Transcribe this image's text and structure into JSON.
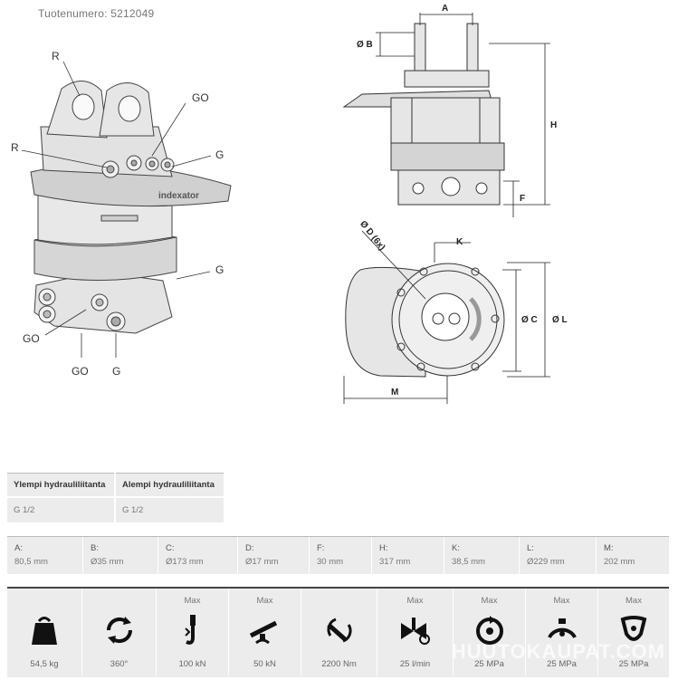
{
  "product_number": "Tuotenumero: 5212049",
  "callouts": {
    "R_top": "R",
    "GO_top": "GO",
    "R_mid": "R",
    "G_mid": "G",
    "G_right": "G",
    "GO_left": "GO",
    "GO_bottom": "GO",
    "G_bottom": "G"
  },
  "drawing_dims": {
    "A": "A",
    "B": "Ø B",
    "H": "H",
    "F": "F",
    "D": "Ø D (6x)",
    "K": "K",
    "C": "Ø C",
    "L": "Ø L",
    "M": "M"
  },
  "connections": {
    "headers": [
      "Ylempi hydrauliliitanta",
      "Alempi hydrauliliitanta"
    ],
    "values": [
      "G 1/2",
      "G 1/2"
    ]
  },
  "dimensions": [
    {
      "key": "A:",
      "value": "80,5 mm"
    },
    {
      "key": "B:",
      "value": "Ø35 mm"
    },
    {
      "key": "C:",
      "value": "Ø173 mm"
    },
    {
      "key": "D:",
      "value": "Ø17 mm"
    },
    {
      "key": "F:",
      "value": "30 mm"
    },
    {
      "key": "H:",
      "value": "317 mm"
    },
    {
      "key": "K:",
      "value": "38,5 mm"
    },
    {
      "key": "L:",
      "value": "Ø229 mm"
    },
    {
      "key": "M:",
      "value": "202 mm"
    }
  ],
  "specs": [
    {
      "icon": "weight-icon",
      "max": "",
      "value": "54,5 kg"
    },
    {
      "icon": "rotation-icon",
      "max": "",
      "value": "360°"
    },
    {
      "icon": "static-load-icon",
      "max": "Max",
      "value": "100 kN"
    },
    {
      "icon": "dynamic-load-icon",
      "max": "Max",
      "value": "50 kN"
    },
    {
      "icon": "torque-icon",
      "max": "",
      "value": "2200 Nm"
    },
    {
      "icon": "flow-icon",
      "max": "Max",
      "value": "25 l/min"
    },
    {
      "icon": "pressure-rotation-icon",
      "max": "Max",
      "value": "25 MPa"
    },
    {
      "icon": "pressure-open-icon",
      "max": "Max",
      "value": "25 MPa"
    },
    {
      "icon": "pressure-close-icon",
      "max": "Max",
      "value": "25 MPa"
    }
  ],
  "watermark": "HUUTOKAUPAT.COM",
  "colors": {
    "table_bg": "#ececec",
    "rule": "#444444",
    "drawing_fill": "#dedede",
    "text_muted": "#777777"
  }
}
